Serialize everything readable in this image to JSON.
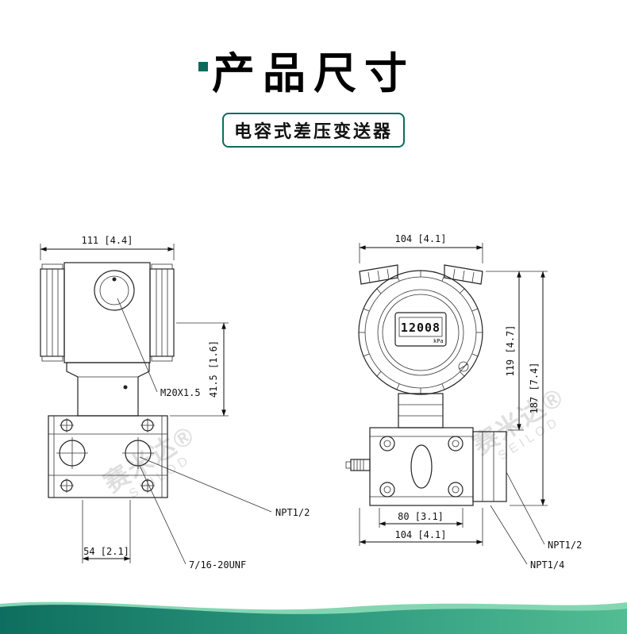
{
  "header": {
    "title": "产品尺寸",
    "subtitle": "电容式差压变送器"
  },
  "side_view": {
    "dim_top_width": "111 [4.4]",
    "dim_neck_height": "41.5 [1.6]",
    "cable_entry_label": "M20X1.5",
    "process_conn_label": "NPT1/2",
    "dim_bolt_spacing": "54 [2.1]",
    "drain_thread_label": "7/16-20UNF"
  },
  "front_view": {
    "dim_top_width": "104 [4.1]",
    "lcd_value": "12008",
    "lcd_unit": "kPa",
    "dim_body_height": "119 [4.7]",
    "dim_total_height": "187 [7.4]",
    "dim_port_spacing": "80 [3.1]",
    "dim_flange_width": "104 [4.1]",
    "conn_side_label": "NPT1/2",
    "conn_drain_label": "NPT1/4"
  },
  "watermark": {
    "brand_cn": "赛米达®",
    "brand_en": "SEILOD"
  },
  "colors": {
    "accent": "#0c6b5a",
    "line": "#1a1a1a",
    "wave_dark": "#0e6e5f",
    "wave_light": "#6fcfa6"
  }
}
